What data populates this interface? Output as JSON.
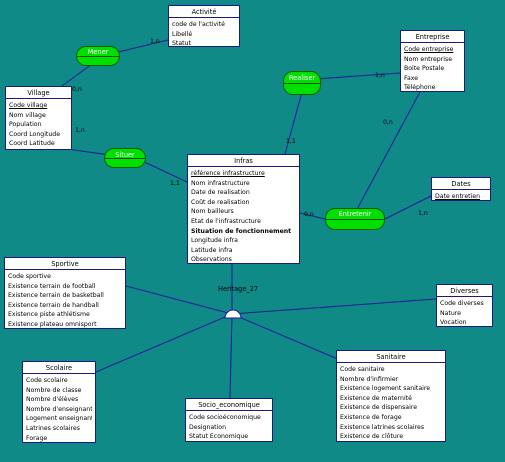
{
  "colors": {
    "background": "#0f8a86",
    "line": "#1a1a9a",
    "association_fill": "#00e000",
    "entity_fill": "#ffffff"
  },
  "entities": {
    "activite": {
      "title": "Activité",
      "attrs": [
        "code de l'activité",
        "Libellé",
        "Statut"
      ]
    },
    "village": {
      "title": "Village",
      "attrs": [
        "Code village",
        "Nom village",
        "Population",
        "Coord Longitude",
        "Coord Latitude"
      ]
    },
    "entreprise": {
      "title": "Entreprise",
      "attrs": [
        "Code entreprise",
        "Nom entreprise",
        "Boite Postale",
        "Faxe",
        "Téléphone"
      ]
    },
    "infras": {
      "title": "Infras",
      "attrs": [
        "référence infrastructure",
        "Nom infrastructure",
        "Date de realisation",
        "Coût de realisation",
        "Nom bailleurs",
        "Etat de l'infrastructure",
        "Situation de fonctionnement",
        "Longitude infra",
        "Latitude infra",
        "Observations"
      ]
    },
    "dates": {
      "title": "Dates",
      "attrs": [
        "Date entretien"
      ]
    },
    "sportive": {
      "title": "Sportive",
      "attrs": [
        "Code sportive",
        "Existence terrain de football",
        "Existence terrain de basketball",
        "Existence terrain de handball",
        "Existence piste athlétisme",
        "Existence plateau omnisport"
      ]
    },
    "diverses": {
      "title": "Diverses",
      "attrs": [
        "Code diverses",
        "Nature",
        "Vocation"
      ]
    },
    "scolaire": {
      "title": "Scolaire",
      "attrs": [
        "Code scolaire",
        "Nombre de classe",
        "Nombre d'élèves",
        "Nombre d'enseignant",
        "Logement enseignant",
        "Latrines scolaires",
        "Forage"
      ]
    },
    "socio": {
      "title": "Socio_economique",
      "attrs": [
        "Code socioéconomique",
        "Designation",
        "Statut Economique"
      ]
    },
    "sanitaire": {
      "title": "Sanitaire",
      "attrs": [
        "Code sanitaire",
        "Nombre d'infirmier",
        "Existence logement sanitaire",
        "Existence de maternité",
        "Existence de dispensaire",
        "Existence de forage",
        "Existence latrines scolaires",
        "Existence de clôture"
      ]
    }
  },
  "associations": {
    "mener": "Mener",
    "realiser": "Realiser",
    "situer": "Situer",
    "entretenir": "Entretenir"
  },
  "cardinalities": {
    "mener_activite": "1,n",
    "mener_village": "0,n",
    "realiser_entreprise": "1,n",
    "realiser_infras": "1,1",
    "situer_village": "1,n",
    "situer_infras": "1,1",
    "entretenir_entreprise": "0,n",
    "entretenir_infras": "0,n",
    "entretenir_dates": "1,n"
  },
  "heritage": {
    "label": "Heritage_27"
  }
}
